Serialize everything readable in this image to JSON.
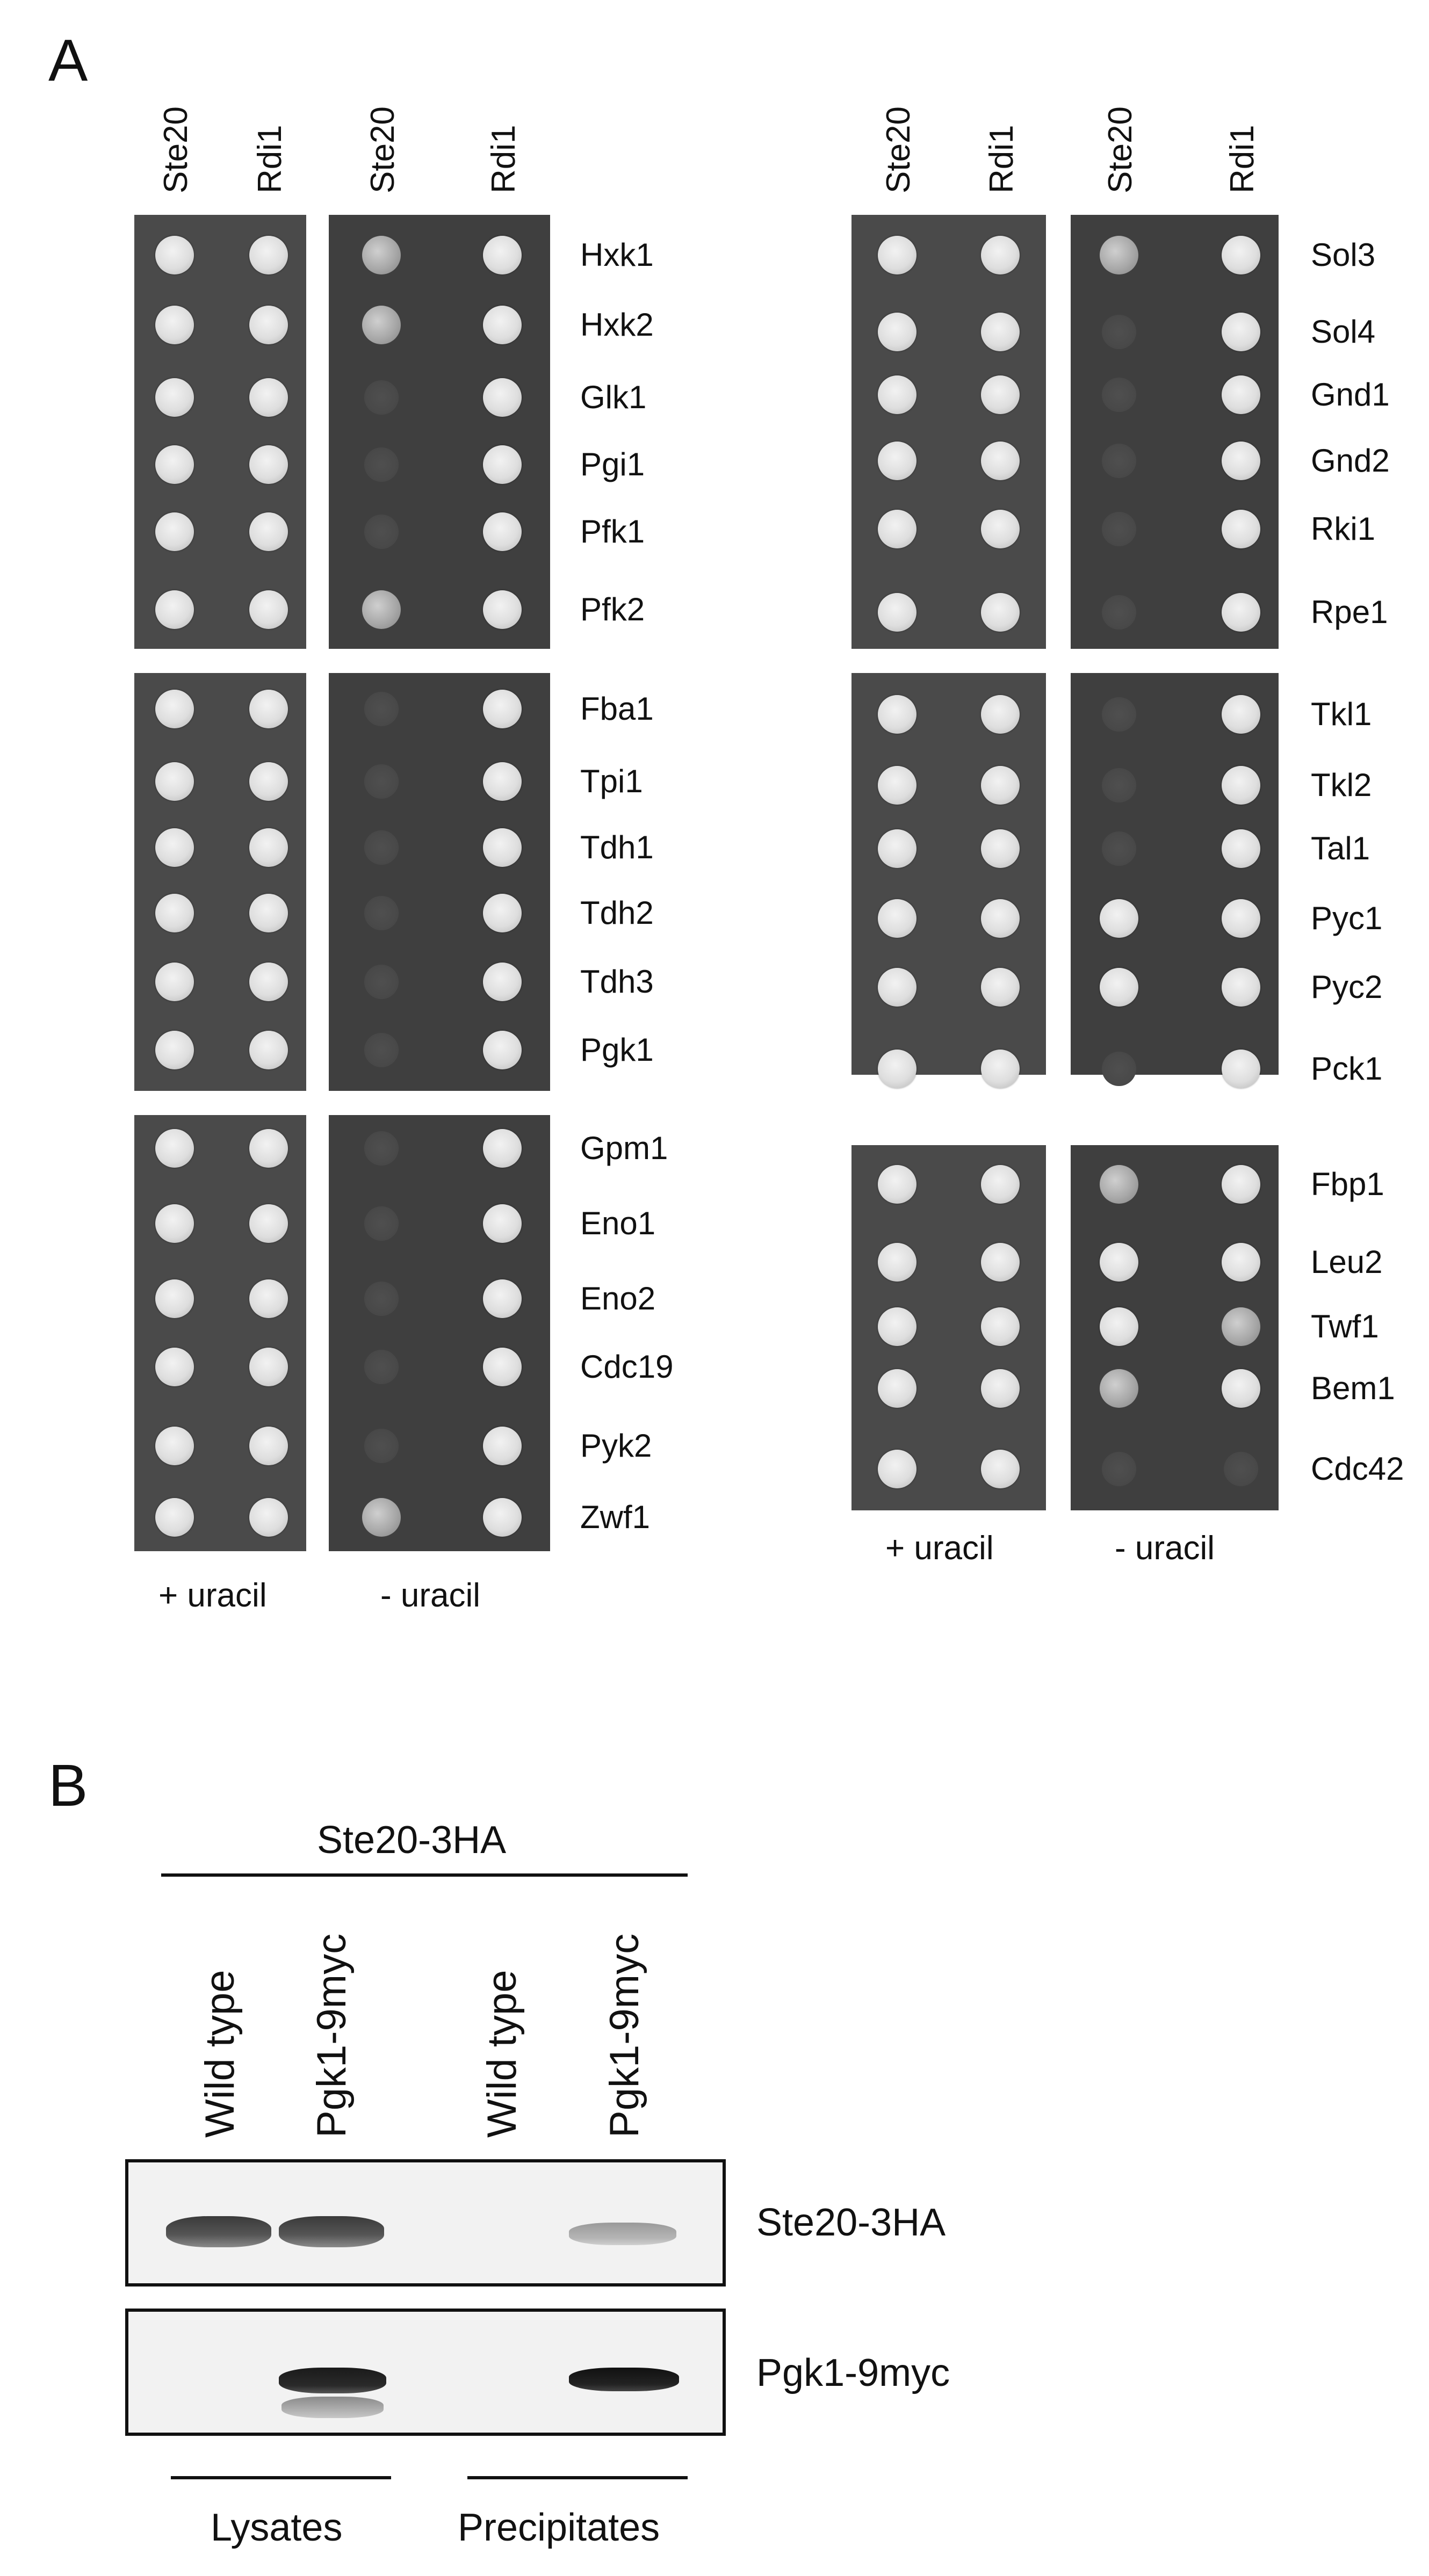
{
  "panelA": {
    "letter": "A",
    "strain_labels": [
      "Ste20",
      "Rdi1"
    ],
    "conditions": [
      "+ uracil",
      "- uracil"
    ],
    "left_column": {
      "groups": [
        {
          "rows": [
            {
              "name": "Hxk1",
              "minus": [
                "speckled",
                "strong"
              ]
            },
            {
              "name": "Hxk2",
              "minus": [
                "speckled",
                "strong"
              ]
            },
            {
              "name": "Glk1",
              "minus": [
                "faint",
                "strong"
              ]
            },
            {
              "name": "Pgi1",
              "minus": [
                "faint",
                "strong"
              ]
            },
            {
              "name": "Pfk1",
              "minus": [
                "faint",
                "strong"
              ]
            },
            {
              "name": "Pfk2",
              "minus": [
                "speckled",
                "strong"
              ]
            }
          ]
        },
        {
          "rows": [
            {
              "name": "Fba1",
              "minus": [
                "faint",
                "strong"
              ]
            },
            {
              "name": "Tpi1",
              "minus": [
                "faint",
                "strong"
              ]
            },
            {
              "name": "Tdh1",
              "minus": [
                "faint",
                "strong"
              ]
            },
            {
              "name": "Tdh2",
              "minus": [
                "faint",
                "strong"
              ]
            },
            {
              "name": "Tdh3",
              "minus": [
                "faint",
                "strong"
              ]
            },
            {
              "name": "Pgk1",
              "minus": [
                "faint",
                "strong"
              ]
            }
          ]
        },
        {
          "rows": [
            {
              "name": "Gpm1",
              "minus": [
                "faint",
                "strong"
              ]
            },
            {
              "name": "Eno1",
              "minus": [
                "faint",
                "strong"
              ]
            },
            {
              "name": "Eno2",
              "minus": [
                "faint",
                "strong"
              ]
            },
            {
              "name": "Cdc19",
              "minus": [
                "faint",
                "strong"
              ]
            },
            {
              "name": "Pyk2",
              "minus": [
                "faint",
                "strong"
              ]
            },
            {
              "name": "Zwf1",
              "minus": [
                "speckled",
                "strong"
              ]
            }
          ]
        }
      ]
    },
    "right_column": {
      "groups": [
        {
          "rows": [
            {
              "name": "Sol3",
              "minus": [
                "speckled",
                "strong"
              ]
            },
            {
              "name": "Sol4",
              "minus": [
                "faint",
                "strong"
              ]
            },
            {
              "name": "Gnd1",
              "minus": [
                "faint",
                "strong"
              ]
            },
            {
              "name": "Gnd2",
              "minus": [
                "faint",
                "strong"
              ]
            },
            {
              "name": "Rki1",
              "minus": [
                "faint",
                "strong"
              ]
            },
            {
              "name": "Rpe1",
              "minus": [
                "faint",
                "strong"
              ]
            }
          ]
        },
        {
          "rows": [
            {
              "name": "Tkl1",
              "minus": [
                "faint",
                "strong"
              ]
            },
            {
              "name": "Tkl2",
              "minus": [
                "faint",
                "strong"
              ]
            },
            {
              "name": "Tal1",
              "minus": [
                "faint",
                "strong"
              ]
            },
            {
              "name": "Pyc1",
              "minus": [
                "strong",
                "strong"
              ]
            },
            {
              "name": "Pyc2",
              "minus": [
                "strong",
                "strong"
              ]
            },
            {
              "name": "Pck1",
              "minus": [
                "faint",
                "strong"
              ]
            }
          ]
        },
        {
          "rows": [
            {
              "name": "Fbp1",
              "minus": [
                "speckled",
                "strong"
              ]
            },
            {
              "name": "Leu2",
              "minus": [
                "strong",
                "strong"
              ]
            },
            {
              "name": "Twf1",
              "minus": [
                "strong",
                "speckled"
              ]
            },
            {
              "name": "Bem1",
              "minus": [
                "speckled",
                "strong"
              ]
            },
            {
              "name": "Cdc42",
              "minus": [
                "faint",
                "faint"
              ]
            }
          ]
        }
      ]
    }
  },
  "panelB": {
    "letter": "B",
    "header": "Ste20-3HA",
    "lanes": [
      "Wild type",
      "Pgk1-9myc",
      "Wild type",
      "Pgk1-9myc"
    ],
    "blots": [
      "Ste20-3HA",
      "Pgk1-9myc"
    ],
    "groups": [
      "Lysates",
      "Precipitates"
    ],
    "band_intensity": {
      "Ste20-3HA": [
        0.8,
        0.8,
        0.0,
        0.3
      ],
      "Pgk1-9myc": [
        0.0,
        0.95,
        0.0,
        0.95
      ]
    }
  }
}
